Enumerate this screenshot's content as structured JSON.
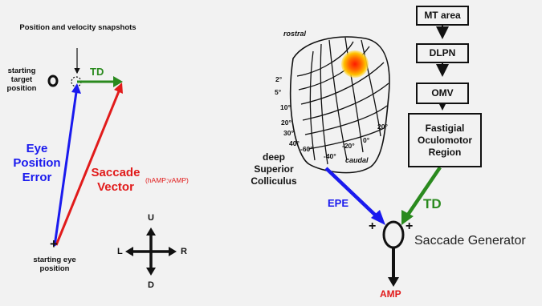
{
  "left_diagram": {
    "snapshots_label": "Position and velocity snapshots",
    "starting_target_position": "starting target position",
    "td": "TD",
    "eye_position_error": "Eye Position Error",
    "saccade_vector": "Saccade Vector",
    "saccade_vector_sub": "(hAMP;vAMP)",
    "plus": "+",
    "starting_eye_position": "starting eye position",
    "compass": {
      "up": "U",
      "down": "D",
      "left": "L",
      "right": "R"
    }
  },
  "colliculus": {
    "rostral": "rostral",
    "caudal": "caudal",
    "amplitude_ticks": [
      "2°",
      "5°",
      "10°",
      "20°",
      "30°",
      "40°"
    ],
    "direction_ticks": [
      "-60°",
      "-40°",
      "-20°",
      "0°",
      "20°"
    ],
    "label": "deep Superior Colliculus"
  },
  "pathway": {
    "boxes": [
      "MT area",
      "DLPN",
      "OMV",
      "Fastigial Oculomotor Region"
    ]
  },
  "generator": {
    "epe": "EPE",
    "td": "TD",
    "plus_left": "+",
    "plus_right": "+",
    "label": "Saccade Generator",
    "amp": "AMP"
  },
  "colors": {
    "blue": "#1a1aee",
    "red": "#e11b1b",
    "green": "#2a8a1e",
    "black": "#111111",
    "background": "#f2f2f2"
  }
}
